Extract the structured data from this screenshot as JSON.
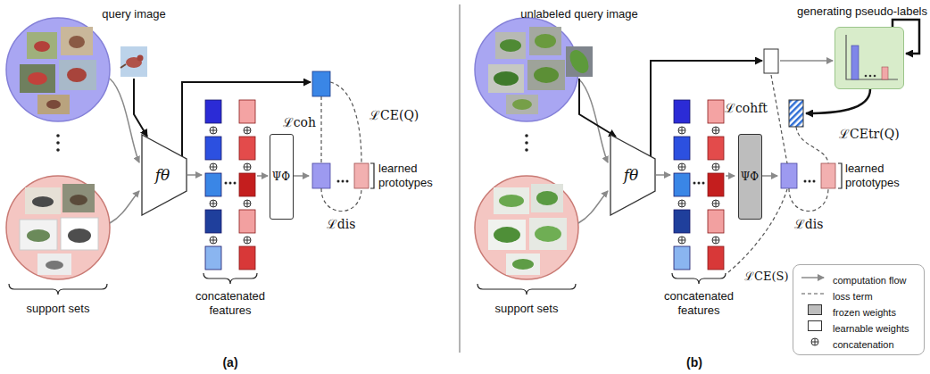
{
  "diagram": {
    "nodes": [
      {
        "text": [
          "fθ"
        ]
      },
      {
        "text": [
          "ΨΦ"
        ]
      },
      {
        "text": [
          "fθ"
        ]
      },
      {
        "text": [
          "ΨΦ"
        ]
      },
      {
        "text": [
          "generating pseudo-labels"
        ]
      }
    ],
    "labels": [
      "query image",
      "ℒcoh",
      "ℒCE(Q)",
      "learned prototypes",
      "ℒdis",
      "support sets",
      "concatenated features",
      "(a)",
      "unlabeled query image",
      "ℒcohft",
      "ℒCEtr(Q)",
      "learned prototypes",
      "ℒdis",
      "ℒCE(S)",
      "support sets",
      "concatenated features",
      "(b)"
    ],
    "legend": [
      {
        "text": "computation flow"
      },
      {
        "text": "loss term"
      },
      {
        "text": "frozen weights",
        "color": "#bdbdbd"
      },
      {
        "text": "learnable weights",
        "color": "#ffffff"
      },
      {
        "text": "concatenation"
      }
    ]
  }
}
